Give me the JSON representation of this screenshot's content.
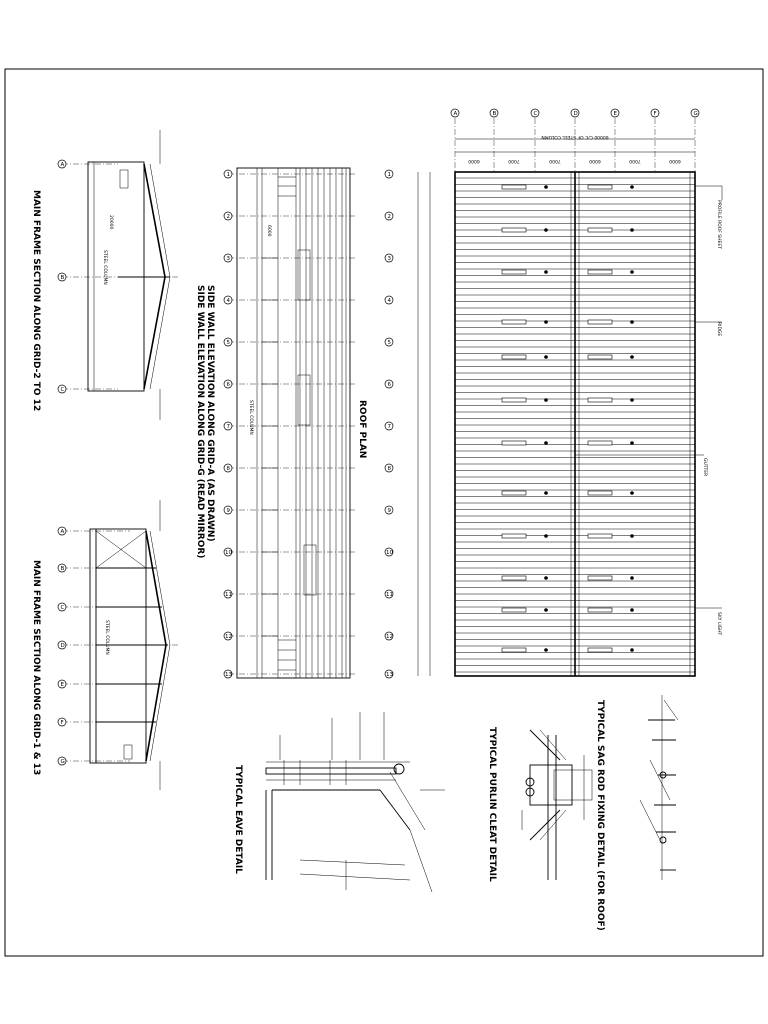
{
  "drawing": {
    "views": {
      "main_frame_2_12": {
        "title": "MAIN FRAME SECTION ALONG GRID-2 TO 12",
        "column_label": "STEEL COLUMN",
        "dim": "20000",
        "grids": [
          "A",
          "B",
          "C"
        ]
      },
      "main_frame_1_13": {
        "title": "MAIN FRAME SECTION ALONG GRID-1 & 13",
        "column_label": "STEEL COLUMN",
        "grids": [
          "A",
          "B",
          "C",
          "D",
          "E",
          "F",
          "G"
        ]
      },
      "side_wall": {
        "title_a": "SIDE WALL ELEVATION ALONG GRID-A (AS DRAWN)",
        "title_g": "SIDE WALL ELEVATION ALONG GRID-G (READ MIRROR)",
        "column_label": "STEEL COLUMN",
        "dim": "6000",
        "grids": [
          "1",
          "2",
          "3",
          "4",
          "5",
          "6",
          "7",
          "8",
          "9",
          "10",
          "11",
          "12",
          "13"
        ]
      },
      "roof_plan": {
        "title": "ROOF PLAN",
        "overall_dim": "60000 C/C OF STEEL COLUMN",
        "sub_dims": [
          "6000",
          "7000",
          "7000",
          "6000",
          "7000",
          "6000"
        ],
        "grids_top": [
          "A",
          "B",
          "C",
          "D",
          "E",
          "F",
          "G"
        ],
        "grids_side": [
          "1",
          "2",
          "3",
          "4",
          "5",
          "6",
          "7",
          "8",
          "9",
          "10",
          "11",
          "12",
          "13"
        ],
        "callouts": [
          "PROFILE ROOF SHEET",
          "RIDGE",
          "GUTTER",
          "SKY LIGHT"
        ]
      },
      "eave_detail": {
        "title": "TYPICAL EAVE DETAIL"
      },
      "purlin_detail": {
        "title": "TYPICAL PURLIN CLEAT DETAIL"
      },
      "sag_rod_detail": {
        "title": "TYPICAL SAG ROD FIXING DETAIL (FOR ROOF)"
      }
    }
  }
}
